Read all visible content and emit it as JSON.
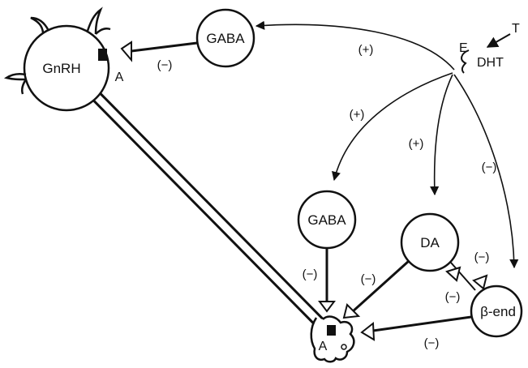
{
  "nodes": {
    "gnrh": "GnRH",
    "gaba_top": "GABA",
    "gaba_mid": "GABA",
    "da": "DA",
    "bend": "β-end"
  },
  "hormones": {
    "t": "T",
    "e": "E",
    "dht": "DHT"
  },
  "receptor_labels": {
    "a_top": "A",
    "a_bottom": "A"
  },
  "signs": {
    "gaba_top_to_gnrh": "(−)",
    "steroid_to_gaba_top": "(+)",
    "steroid_to_gaba_mid": "(+)",
    "steroid_to_da": "(+)",
    "steroid_to_bend": "(−)",
    "gaba_mid_to_terminal": "(−)",
    "da_to_terminal": "(−)",
    "bend_to_terminal": "(−)",
    "da_to_bend": "(−)",
    "bend_to_da": "(−)"
  }
}
